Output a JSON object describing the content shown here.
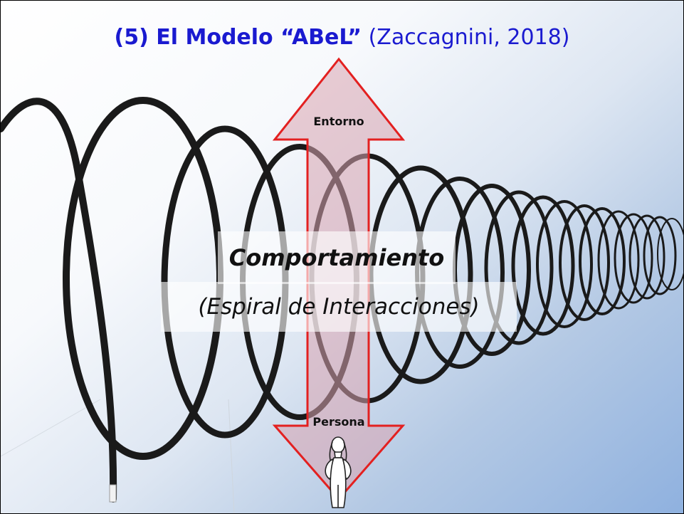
{
  "title": {
    "bold_part": "(5) El Modelo “ABeL”",
    "citation": "(Zaccagnini, 2018)"
  },
  "center": {
    "behavior": "Comportamiento",
    "spiral": "(Espiral de Interacciones)"
  },
  "arrow": {
    "top_label": "Entorno",
    "bottom_label": "Persona",
    "stroke_color": "#e32020",
    "fill_color": "#d8a4b0"
  },
  "spiral_color": "#1a1a1a",
  "title_color": "#1a1ad0"
}
